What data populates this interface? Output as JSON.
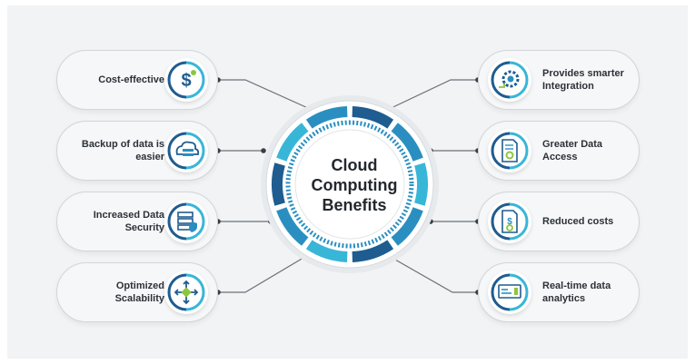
{
  "center": {
    "line1": "Cloud",
    "line2": "Computing",
    "line3": "Benefits"
  },
  "left_benefits": [
    {
      "label": "Cost-effective",
      "icon": "dollar-icon"
    },
    {
      "label": "Backup of data is easier",
      "icon": "cloud-server-icon"
    },
    {
      "label": "Increased Data Security",
      "icon": "server-shield-icon"
    },
    {
      "label": "Optimized Scalability",
      "icon": "expand-arrows-icon"
    }
  ],
  "right_benefits": [
    {
      "label": "Provides smarter Integration",
      "icon": "gear-integration-icon"
    },
    {
      "label": "Greater Data Access",
      "icon": "document-gear-icon"
    },
    {
      "label": "Reduced costs",
      "icon": "document-dollar-icon"
    },
    {
      "label": "Real-time data analytics",
      "icon": "analytics-screen-icon"
    }
  ],
  "colors": {
    "dark_blue": "#1f5c8f",
    "mid_blue": "#2a8fc0",
    "light_blue": "#38b6d8",
    "accent_green": "#8cc63f"
  }
}
